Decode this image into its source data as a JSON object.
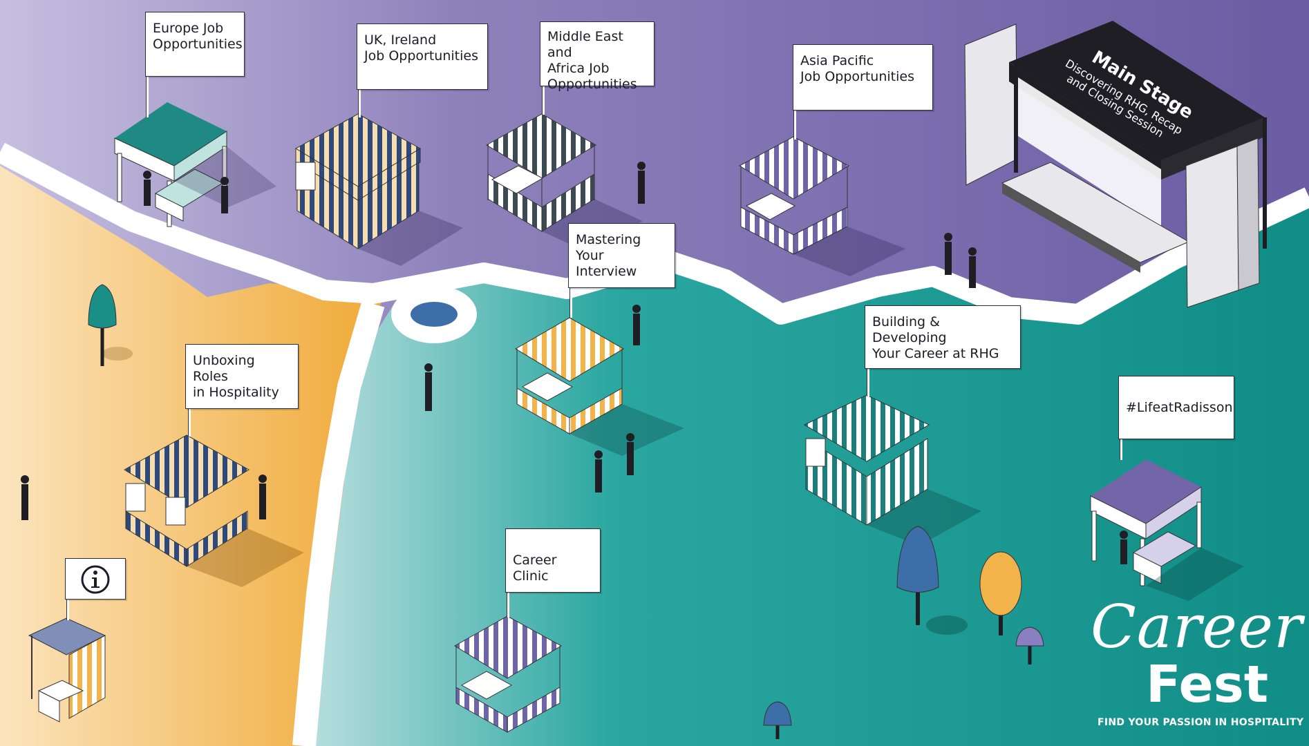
{
  "colors": {
    "purple": "#7d6fae",
    "orange": "#f2b34a",
    "teal": "#16978f",
    "path": "#ffffff",
    "navy": "#2f4a7a",
    "stage_black": "#1e1e24"
  },
  "booths": [
    {
      "id": "europe",
      "lines": [
        "Europe Job",
        "Opportunities"
      ]
    },
    {
      "id": "uk",
      "lines": [
        "UK, Ireland",
        "Job Opportunities"
      ]
    },
    {
      "id": "mea",
      "lines": [
        "Middle East and",
        "Africa Job",
        "Opportunities"
      ]
    },
    {
      "id": "apac",
      "lines": [
        "Asia Pacific",
        "Job Opportunities"
      ]
    },
    {
      "id": "interview",
      "lines": [
        "Mastering Your",
        "Interview"
      ]
    },
    {
      "id": "career_rhg",
      "lines": [
        "Building & Developing",
        "Your Career at RHG"
      ]
    },
    {
      "id": "unboxing",
      "lines": [
        "Unboxing Roles",
        "in Hospitality"
      ]
    },
    {
      "id": "lifeat",
      "lines": [
        "#LifeatRadisson"
      ]
    },
    {
      "id": "clinic",
      "lines": [
        "Career Clinic"
      ]
    }
  ],
  "info_sign": {
    "icon": "info-icon"
  },
  "main_stage": {
    "title": "Main Stage",
    "subtitle_1": "Discovering RHG, Recap",
    "subtitle_2": "and Closing Session"
  },
  "logo": {
    "script": "Career",
    "bold": "Fest",
    "tagline": "FIND YOUR PASSION IN HOSPITALITY"
  }
}
